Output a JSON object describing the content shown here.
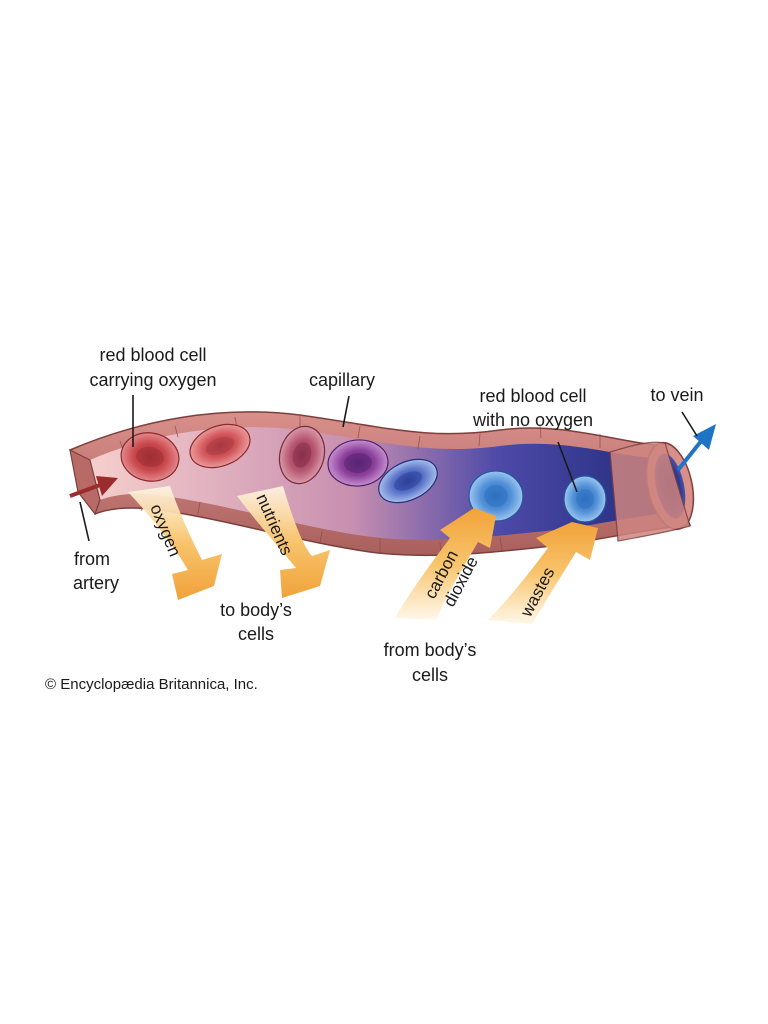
{
  "labels": {
    "rbc_oxygen": [
      "red blood cell",
      "carrying oxygen"
    ],
    "capillary": "capillary",
    "rbc_no_oxygen": [
      "red blood cell",
      "with no oxygen"
    ],
    "to_vein": "to vein",
    "from_artery": [
      "from",
      "artery"
    ],
    "to_body_cells": [
      "to body’s",
      "cells"
    ],
    "from_body_cells": [
      "from body’s",
      "cells"
    ]
  },
  "arrows": {
    "oxygen": "oxygen",
    "nutrients": "nutrients",
    "carbon_dioxide": [
      "carbon",
      "dioxide"
    ],
    "wastes": "wastes"
  },
  "copyright": "© Encyclopædia Britannica, Inc.",
  "colors": {
    "vessel_wall": "#c97a76",
    "vessel_wall_dark": "#8f4a48",
    "vessel_lumen_start": "#f2c6c4",
    "vessel_lumen_end": "#2c2f8f",
    "rbc_oxygen": "#c9474c",
    "rbc_mid": "#8b3f8f",
    "rbc_no_oxygen": "#4f8fd6",
    "artery_arrow": "#9c2b2b",
    "vein_arrow": "#1f74c6",
    "exchange_arrow": "#f4a93a"
  }
}
